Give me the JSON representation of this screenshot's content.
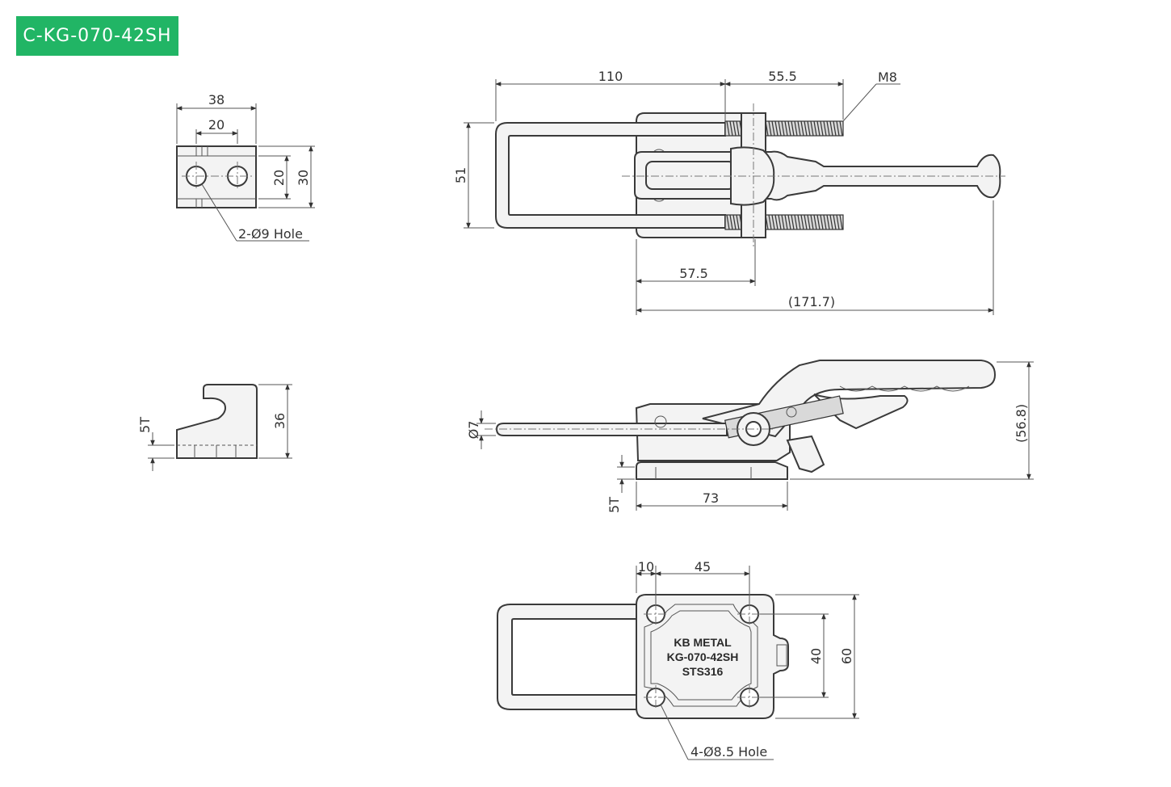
{
  "title": "C-KG-070-42SH",
  "colors": {
    "badge": "#21b565",
    "badge_text": "#ffffff",
    "line": "#3a3a3a"
  },
  "clip_view": {
    "width": "38",
    "hole_pitch": "20",
    "height_inner": "20",
    "height_outer": "30",
    "hole_note": "2-Ø9 Hole"
  },
  "clip_side": {
    "thickness": "5T",
    "height": "36"
  },
  "top_view": {
    "handle_length": "110",
    "thread_length": "55.5",
    "thread": "M8",
    "loop_width": "51",
    "base_to_pivot": "57.5",
    "overall": "(171.7)"
  },
  "side_view": {
    "rod_dia": "Ø7",
    "plate_thickness": "5T",
    "base_length": "73",
    "overall_height": "(56.8)"
  },
  "bottom_view": {
    "edge_offset": "10",
    "hole_pitch_x": "45",
    "hole_pitch_y": "40",
    "plate_height": "60",
    "hole_note": "4-Ø8.5 Hole",
    "engraving": [
      "KB METAL",
      "KG-070-42SH",
      "STS316"
    ]
  }
}
